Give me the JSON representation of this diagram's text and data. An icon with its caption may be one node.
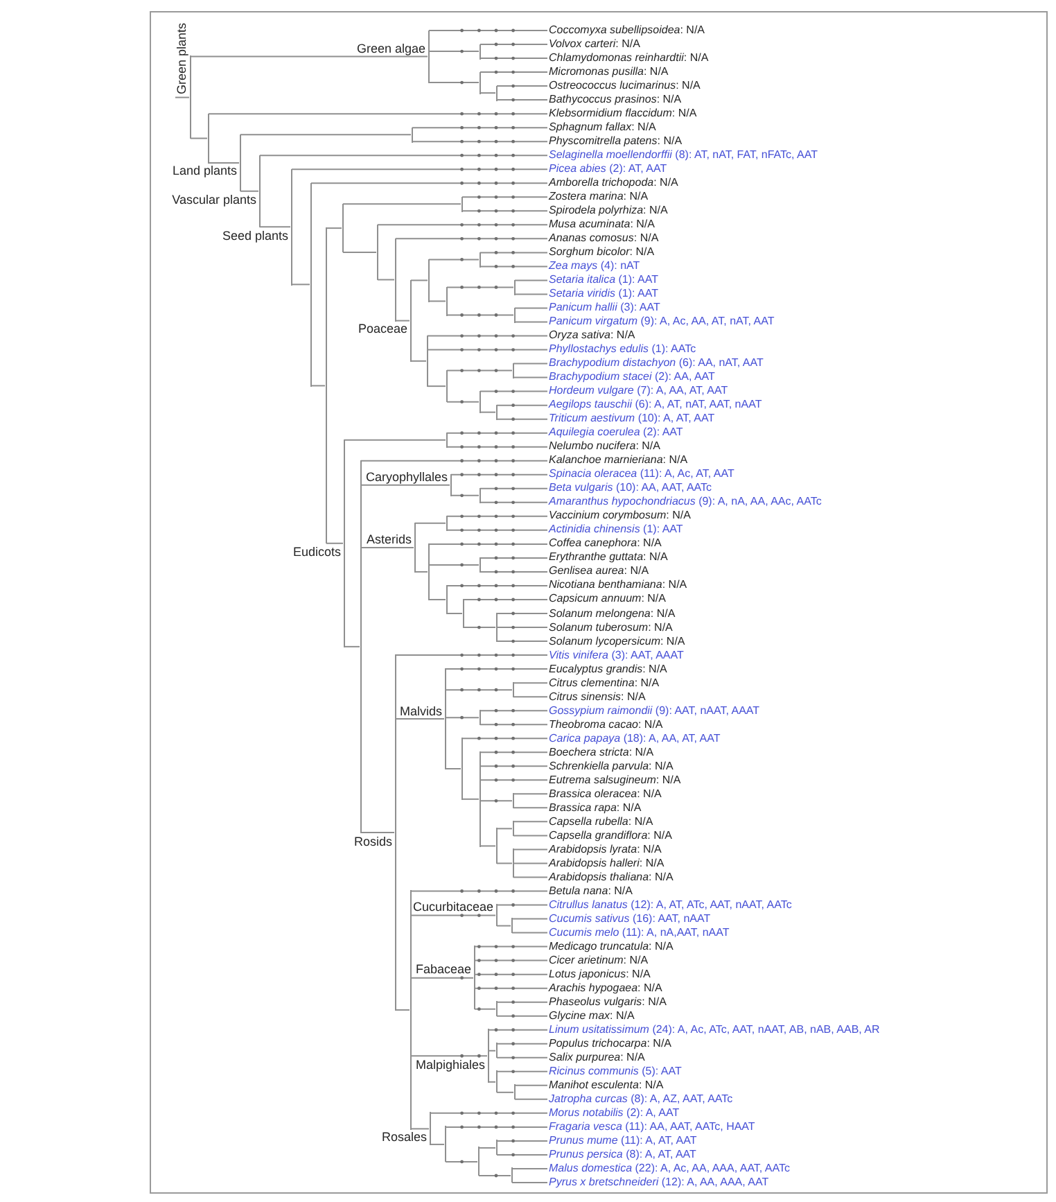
{
  "diagram": {
    "nodes": [
      {
        "text": [],
        "shape": "bar",
        "beside": [
          "Green plants"
        ]
      },
      {
        "text": [],
        "shape": "bar",
        "beside": [
          "Green algae"
        ]
      },
      {
        "text": [
          "*Coccomyxa subellipsoidea*: N/A"
        ]
      },
      {
        "text": [],
        "shape": "bar"
      },
      {
        "text": [
          "*Volvox carteri*: N/A"
        ]
      },
      {
        "text": [
          "*Chlamydomonas reinhardtii*: N/A"
        ]
      },
      {
        "text": [],
        "shape": "bar"
      },
      {
        "text": [
          "*Micromonas pusilla*: N/A"
        ]
      },
      {
        "text": [],
        "shape": "bar"
      },
      {
        "text": [
          "*Ostreococcus lucimarinus*: N/A"
        ]
      },
      {
        "text": [
          "*Bathycoccus prasinos*: N/A"
        ]
      },
      {
        "text": [],
        "shape": "bar"
      },
      {
        "text": [
          "*Klebsormidium flaccidum*: N/A"
        ]
      },
      {
        "text": [],
        "shape": "bar",
        "beside": [
          "Land plants"
        ]
      },
      {
        "text": [],
        "shape": "bar"
      },
      {
        "text": [
          "*Sphagnum fallax*: N/A"
        ]
      },
      {
        "text": [
          "*Physcomitrella patens*: N/A"
        ]
      },
      {
        "text": [],
        "shape": "bar",
        "beside": [
          "Vascular plants"
        ]
      },
      {
        "text": [
          "*Selaginella moellendorffii* (8): AT, nAT, FAT, nFATc, AAT"
        ]
      },
      {
        "text": [],
        "shape": "bar",
        "beside": [
          "Seed plants"
        ]
      },
      {
        "text": [
          "*Picea abies* (2): AT, AAT"
        ]
      },
      {
        "text": [],
        "shape": "bar"
      },
      {
        "text": [
          "*Amborella trichopoda*: N/A"
        ]
      },
      {
        "text": [],
        "shape": "bar"
      },
      {
        "text": [],
        "shape": "bar"
      },
      {
        "text": [],
        "shape": "bar"
      },
      {
        "text": [
          "*Zostera marina*: N/A"
        ]
      },
      {
        "text": [
          "*Spirodela polyrhiza*: N/A"
        ]
      },
      {
        "text": [],
        "shape": "bar"
      },
      {
        "text": [
          "*Musa acuminata*: N/A"
        ]
      },
      {
        "text": [],
        "shape": "bar"
      },
      {
        "text": [
          "*Ananas comosus*: N/A"
        ]
      },
      {
        "text": [],
        "shape": "bar",
        "beside": [
          "Poaceae"
        ]
      },
      {
        "text": [],
        "shape": "bar"
      },
      {
        "text": [],
        "shape": "bar"
      },
      {
        "text": [
          "*Sorghum bicolor*: N/A"
        ]
      },
      {
        "text": [
          "*Zea mays* (4): nAT"
        ]
      },
      {
        "text": [],
        "shape": "bar"
      },
      {
        "text": [],
        "shape": "bar"
      },
      {
        "text": [
          "*Setaria italica* (1): AAT"
        ]
      },
      {
        "text": [
          "*Setaria viridis* (1): AAT"
        ]
      },
      {
        "text": [],
        "shape": "bar"
      },
      {
        "text": [
          "*Panicum hallii* (3): AAT"
        ]
      },
      {
        "text": [
          "*Panicum virgatum* (9): A, Ac, AA, AT, nAT, AAT"
        ]
      },
      {
        "text": [],
        "shape": "bar"
      },
      {
        "text": [
          "*Oryza sativa*: N/A"
        ]
      },
      {
        "text": [
          "*Phyllostachys edulis* (1): AATc"
        ]
      },
      {
        "text": [],
        "shape": "bar"
      },
      {
        "text": [],
        "shape": "bar"
      },
      {
        "text": [
          "*Brachypodium distachyon* (6): AA, nAT, AAT"
        ]
      },
      {
        "text": [
          "*Brachypodium stacei* (2): AA, AAT"
        ]
      },
      {
        "text": [],
        "shape": "bar"
      },
      {
        "text": [
          "*Hordeum vulgare* (7): A, AA, AT, AAT"
        ]
      },
      {
        "text": [],
        "shape": "bar"
      },
      {
        "text": [
          "*Aegilops tauschii* (6): A, AT, nAT, AAT, nAAT"
        ]
      },
      {
        "text": [
          "*Triticum aestivum* (10): A, AT, AAT"
        ]
      },
      {
        "text": [],
        "shape": "bar",
        "beside": [
          "Eudicots"
        ]
      },
      {
        "text": [],
        "shape": "bar"
      },
      {
        "text": [
          "*Aquilegia coerulea* (2): AAT"
        ]
      },
      {
        "text": [
          "*Nelumbo nucifera*: N/A"
        ]
      },
      {
        "text": [],
        "shape": "bar"
      },
      {
        "text": [
          "*Kalanchoe marnieriana*: N/A"
        ]
      },
      {
        "text": [],
        "shape": "bar",
        "beside": [
          "Caryophyllales"
        ]
      },
      {
        "text": [
          "*Spinacia oleracea* (11): A, Ac, AT, AAT"
        ]
      },
      {
        "text": [],
        "shape": "bar"
      },
      {
        "text": [
          "*Beta vulgaris* (10): AA, AAT, AATc"
        ]
      },
      {
        "text": [
          "*Amaranthus hypochondriacus* (9): A, nA, AA, AAc, AATc"
        ]
      },
      {
        "text": [],
        "shape": "bar",
        "beside": [
          "Asterids"
        ]
      },
      {
        "text": [],
        "shape": "bar"
      },
      {
        "text": [
          "*Vaccinium corymbosum*: N/A"
        ]
      },
      {
        "text": [
          "*Actinidia chinensis* (1): AAT"
        ]
      },
      {
        "text": [],
        "shape": "bar"
      },
      {
        "text": [
          "*Coffea canephora*: N/A"
        ]
      },
      {
        "text": [],
        "shape": "bar"
      },
      {
        "text": [
          "*Erythranthe guttata*: N/A"
        ]
      },
      {
        "text": [
          "*Genlisea aurea*: N/A"
        ]
      },
      {
        "text": [],
        "shape": "bar"
      },
      {
        "text": [
          "*Nicotiana benthamiana*: N/A"
        ]
      },
      {
        "text": [],
        "shape": "bar"
      },
      {
        "text": [
          "*Capsicum annuum*: N/A"
        ]
      },
      {
        "text": [],
        "shape": "bar"
      },
      {
        "text": [
          "*Solanum melongena*: N/A"
        ]
      },
      {
        "text": [
          "*Solanum tuberosum*: N/A"
        ]
      },
      {
        "text": [
          "*Solanum lycopersicum*: N/A"
        ]
      },
      {
        "text": [],
        "shape": "bar",
        "beside": [
          "Rosids"
        ]
      },
      {
        "text": [
          "*Vitis vinifera* (3): AAT, AAAT"
        ]
      },
      {
        "text": [],
        "shape": "bar",
        "beside": [
          "Malvids"
        ]
      },
      {
        "text": [
          "*Eucalyptus grandis*: N/A"
        ]
      },
      {
        "text": [],
        "shape": "bar"
      },
      {
        "text": [
          "*Citrus clementina*: N/A"
        ]
      },
      {
        "text": [
          "*Citrus sinensis*: N/A"
        ]
      },
      {
        "text": [],
        "shape": "bar"
      },
      {
        "text": [
          "*Gossypium raimondii* (9): AAT, nAAT, AAAT"
        ]
      },
      {
        "text": [
          "*Theobroma cacao*: N/A"
        ]
      },
      {
        "text": [],
        "shape": "bar"
      },
      {
        "text": [
          "*Carica papaya* (18): A, AA, AT, AAT"
        ]
      },
      {
        "text": [],
        "shape": "bar"
      },
      {
        "text": [
          "*Boechera stricta*: N/A"
        ]
      },
      {
        "text": [
          "*Schrenkiella parvula*: N/A"
        ]
      },
      {
        "text": [
          "*Eutrema salsugineum*: N/A"
        ]
      },
      {
        "text": [],
        "shape": "bar"
      },
      {
        "text": [
          "*Brassica oleracea*: N/A"
        ]
      },
      {
        "text": [
          "*Brassica rapa*: N/A"
        ]
      },
      {
        "text": [],
        "shape": "bar"
      },
      {
        "text": [],
        "shape": "bar"
      },
      {
        "text": [
          "*Capsella rubella*: N/A"
        ]
      },
      {
        "text": [
          "*Capsella grandiflora*: N/A"
        ]
      },
      {
        "text": [],
        "shape": "bar"
      },
      {
        "text": [
          "*Arabidopsis lyrata*: N/A"
        ]
      },
      {
        "text": [
          "*Arabidopsis halleri*: N/A"
        ]
      },
      {
        "text": [
          "*Arabidopsis thaliana*: N/A"
        ]
      },
      {
        "text": [],
        "shape": "bar"
      },
      {
        "text": [
          "*Betula nana*: N/A"
        ]
      },
      {
        "text": [],
        "shape": "bar",
        "beside": [
          "Cucurbitaceae"
        ]
      },
      {
        "text": [
          "*Citrullus lanatus* (12): A, AT, ATc, AAT, nAAT, AATc"
        ]
      },
      {
        "text": [],
        "shape": "bar"
      },
      {
        "text": [
          "*Cucumis sativus* (16): AAT, nAAT"
        ]
      },
      {
        "text": [
          "*Cucumis melo* (11): A, nA,AAT, nAAT"
        ]
      },
      {
        "text": [],
        "shape": "bar",
        "beside": [
          "Fabaceae"
        ]
      },
      {
        "text": [
          "*Medicago truncatula*: N/A"
        ]
      },
      {
        "text": [
          "*Cicer arietinum*: N/A"
        ]
      },
      {
        "text": [
          "*Lotus japonicus*: N/A"
        ]
      },
      {
        "text": [
          "*Arachis hypogaea*: N/A"
        ]
      },
      {
        "text": [],
        "shape": "bar"
      },
      {
        "text": [
          "*Phaseolus vulgaris*: N/A"
        ]
      },
      {
        "text": [
          "*Glycine max*: N/A"
        ]
      },
      {
        "text": [],
        "shape": "bar",
        "beside": [
          "Malpighiales"
        ]
      },
      {
        "text": [
          "*Linum usitatissimum* (24): A, Ac, ATc, AAT, nAAT, AB, nAB, AAB, AR"
        ]
      },
      {
        "text": [],
        "shape": "bar"
      },
      {
        "text": [
          "*Populus trichocarpa*: N/A"
        ]
      },
      {
        "text": [
          "*Salix purpurea*: N/A"
        ]
      },
      {
        "text": [],
        "shape": "bar"
      },
      {
        "text": [
          "*Ricinus communis* (5): AAT"
        ]
      },
      {
        "text": [],
        "shape": "bar"
      },
      {
        "text": [
          "*Manihot esculenta*: N/A"
        ]
      },
      {
        "text": [
          "*Jatropha curcas* (8): A, AZ, AAT, AATc"
        ]
      },
      {
        "text": [],
        "shape": "bar",
        "beside": [
          "Rosales"
        ]
      },
      {
        "text": [
          "*Morus notabilis* (2): A, AAT"
        ]
      },
      {
        "text": [],
        "shape": "bar"
      },
      {
        "text": [
          "*Fragaria vesca* (11): AA, AAT, AATc, HAAT"
        ]
      },
      {
        "text": [],
        "shape": "bar"
      },
      {
        "text": [],
        "shape": "bar"
      },
      {
        "text": [
          "*Prunus mume* (11): A, AT, AAT"
        ]
      },
      {
        "text": [
          "*Prunus persica* (8): A, AT, AAT"
        ]
      },
      {
        "text": [],
        "shape": "bar"
      },
      {
        "text": [
          "*Malus domestica* (22): A, Ac, AA, AAA, AAT, AATc"
        ]
      },
      {
        "text": [
          "*Pyrus x bretschneideri* (12): A, AA, AAA, AAT"
        ]
      }
    ],
    "edges": [
      {
        "from": null,
        "to": 0,
        "arrow": "none"
      },
      {
        "from": 0,
        "to": 1,
        "arrow": "none"
      },
      {
        "from": 1,
        "to": 2,
        "arrow": "none"
      },
      {
        "from": 1,
        "to": 3,
        "arrow": "none"
      },
      {
        "from": 3,
        "to": 4,
        "arrow": "none"
      },
      {
        "from": 3,
        "to": 5,
        "arrow": "none"
      },
      {
        "from": 1,
        "to": 6,
        "arrow": "none"
      },
      {
        "from": 6,
        "to": 7,
        "arrow": "none"
      },
      {
        "from": 6,
        "to": 8,
        "arrow": "none"
      },
      {
        "from": 8,
        "to": 9,
        "arrow": "none"
      },
      {
        "from": 8,
        "to": 10,
        "arrow": "none"
      },
      {
        "from": 0,
        "to": 11,
        "arrow": "none"
      },
      {
        "from": 11,
        "to": 12,
        "arrow": "none"
      },
      {
        "from": 11,
        "to": 13,
        "arrow": "none"
      },
      {
        "from": 13,
        "to": 14,
        "arrow": "none"
      },
      {
        "from": 14,
        "to": 15,
        "arrow": "none"
      },
      {
        "from": 14,
        "to": 16,
        "arrow": "none"
      },
      {
        "from": 13,
        "to": 17,
        "arrow": "none"
      },
      {
        "from": 17,
        "to": 18,
        "arrow": "none"
      },
      {
        "from": 17,
        "to": 19,
        "arrow": "none"
      },
      {
        "from": 19,
        "to": 20,
        "arrow": "none"
      },
      {
        "from": 19,
        "to": 21,
        "arrow": "none"
      },
      {
        "from": 21,
        "to": 22,
        "arrow": "none"
      },
      {
        "from": 21,
        "to": 23,
        "arrow": "none"
      },
      {
        "from": 23,
        "to": 24,
        "arrow": "none"
      },
      {
        "from": 24,
        "to": 25,
        "arrow": "none"
      },
      {
        "from": 25,
        "to": 26,
        "arrow": "none"
      },
      {
        "from": 25,
        "to": 27,
        "arrow": "none"
      },
      {
        "from": 24,
        "to": 28,
        "arrow": "none"
      },
      {
        "from": 28,
        "to": 29,
        "arrow": "none"
      },
      {
        "from": 28,
        "to": 30,
        "arrow": "none"
      },
      {
        "from": 30,
        "to": 31,
        "arrow": "none"
      },
      {
        "from": 30,
        "to": 32,
        "arrow": "none"
      },
      {
        "from": 32,
        "to": 33,
        "arrow": "none"
      },
      {
        "from": 33,
        "to": 34,
        "arrow": "none"
      },
      {
        "from": 34,
        "to": 35,
        "arrow": "none"
      },
      {
        "from": 34,
        "to": 36,
        "arrow": "none"
      },
      {
        "from": 33,
        "to": 37,
        "arrow": "none"
      },
      {
        "from": 37,
        "to": 38,
        "arrow": "none"
      },
      {
        "from": 38,
        "to": 39,
        "arrow": "none"
      },
      {
        "from": 38,
        "to": 40,
        "arrow": "none"
      },
      {
        "from": 37,
        "to": 41,
        "arrow": "none"
      },
      {
        "from": 41,
        "to": 42,
        "arrow": "none"
      },
      {
        "from": 41,
        "to": 43,
        "arrow": "none"
      },
      {
        "from": 32,
        "to": 44,
        "arrow": "none"
      },
      {
        "from": 44,
        "to": 45,
        "arrow": "none"
      },
      {
        "from": 44,
        "to": 46,
        "arrow": "none"
      },
      {
        "from": 44,
        "to": 47,
        "arrow": "none"
      },
      {
        "from": 47,
        "to": 48,
        "arrow": "none"
      },
      {
        "from": 48,
        "to": 49,
        "arrow": "none"
      },
      {
        "from": 48,
        "to": 50,
        "arrow": "none"
      },
      {
        "from": 47,
        "to": 51,
        "arrow": "none"
      },
      {
        "from": 51,
        "to": 52,
        "arrow": "none"
      },
      {
        "from": 51,
        "to": 53,
        "arrow": "none"
      },
      {
        "from": 53,
        "to": 54,
        "arrow": "none"
      },
      {
        "from": 53,
        "to": 55,
        "arrow": "none"
      },
      {
        "from": 23,
        "to": 56,
        "arrow": "none"
      },
      {
        "from": 56,
        "to": 57,
        "arrow": "none"
      },
      {
        "from": 57,
        "to": 58,
        "arrow": "none"
      },
      {
        "from": 57,
        "to": 59,
        "arrow": "none"
      },
      {
        "from": 56,
        "to": 60,
        "arrow": "none"
      },
      {
        "from": 60,
        "to": 61,
        "arrow": "none"
      },
      {
        "from": 60,
        "to": 62,
        "arrow": "none"
      },
      {
        "from": 62,
        "to": 63,
        "arrow": "none"
      },
      {
        "from": 62,
        "to": 64,
        "arrow": "none"
      },
      {
        "from": 64,
        "to": 65,
        "arrow": "none"
      },
      {
        "from": 64,
        "to": 66,
        "arrow": "none"
      },
      {
        "from": 60,
        "to": 67,
        "arrow": "none"
      },
      {
        "from": 67,
        "to": 68,
        "arrow": "none"
      },
      {
        "from": 68,
        "to": 69,
        "arrow": "none"
      },
      {
        "from": 68,
        "to": 70,
        "arrow": "none"
      },
      {
        "from": 67,
        "to": 71,
        "arrow": "none"
      },
      {
        "from": 71,
        "to": 72,
        "arrow": "none"
      },
      {
        "from": 71,
        "to": 73,
        "arrow": "none"
      },
      {
        "from": 73,
        "to": 74,
        "arrow": "none"
      },
      {
        "from": 73,
        "to": 75,
        "arrow": "none"
      },
      {
        "from": 71,
        "to": 76,
        "arrow": "none"
      },
      {
        "from": 76,
        "to": 77,
        "arrow": "none"
      },
      {
        "from": 76,
        "to": 78,
        "arrow": "none"
      },
      {
        "from": 78,
        "to": 79,
        "arrow": "none"
      },
      {
        "from": 78,
        "to": 80,
        "arrow": "none"
      },
      {
        "from": 80,
        "to": 81,
        "arrow": "none"
      },
      {
        "from": 80,
        "to": 82,
        "arrow": "none"
      },
      {
        "from": 80,
        "to": 83,
        "arrow": "none"
      },
      {
        "from": 60,
        "to": 84,
        "arrow": "none"
      },
      {
        "from": 84,
        "to": 85,
        "arrow": "none"
      },
      {
        "from": 84,
        "to": 86,
        "arrow": "none"
      },
      {
        "from": 86,
        "to": 87,
        "arrow": "none"
      },
      {
        "from": 86,
        "to": 88,
        "arrow": "none"
      },
      {
        "from": 88,
        "to": 89,
        "arrow": "none"
      },
      {
        "from": 88,
        "to": 90,
        "arrow": "none"
      },
      {
        "from": 86,
        "to": 91,
        "arrow": "none"
      },
      {
        "from": 91,
        "to": 92,
        "arrow": "none"
      },
      {
        "from": 91,
        "to": 93,
        "arrow": "none"
      },
      {
        "from": 86,
        "to": 94,
        "arrow": "none"
      },
      {
        "from": 94,
        "to": 95,
        "arrow": "none"
      },
      {
        "from": 94,
        "to": 96,
        "arrow": "none"
      },
      {
        "from": 96,
        "to": 97,
        "arrow": "none"
      },
      {
        "from": 96,
        "to": 98,
        "arrow": "none"
      },
      {
        "from": 96,
        "to": 99,
        "arrow": "none"
      },
      {
        "from": 96,
        "to": 100,
        "arrow": "none"
      },
      {
        "from": 100,
        "to": 101,
        "arrow": "none"
      },
      {
        "from": 100,
        "to": 102,
        "arrow": "none"
      },
      {
        "from": 96,
        "to": 103,
        "arrow": "none"
      },
      {
        "from": 103,
        "to": 104,
        "arrow": "none"
      },
      {
        "from": 104,
        "to": 105,
        "arrow": "none"
      },
      {
        "from": 104,
        "to": 106,
        "arrow": "none"
      },
      {
        "from": 103,
        "to": 107,
        "arrow": "none"
      },
      {
        "from": 107,
        "to": 108,
        "arrow": "none"
      },
      {
        "from": 107,
        "to": 109,
        "arrow": "none"
      },
      {
        "from": 107,
        "to": 110,
        "arrow": "none"
      },
      {
        "from": 84,
        "to": 111,
        "arrow": "none"
      },
      {
        "from": 111,
        "to": 112,
        "arrow": "none"
      },
      {
        "from": 111,
        "to": 113,
        "arrow": "none"
      },
      {
        "from": 113,
        "to": 114,
        "arrow": "none"
      },
      {
        "from": 113,
        "to": 115,
        "arrow": "none"
      },
      {
        "from": 115,
        "to": 116,
        "arrow": "none"
      },
      {
        "from": 115,
        "to": 117,
        "arrow": "none"
      },
      {
        "from": 111,
        "to": 118,
        "arrow": "none"
      },
      {
        "from": 118,
        "to": 119,
        "arrow": "none"
      },
      {
        "from": 118,
        "to": 120,
        "arrow": "none"
      },
      {
        "from": 118,
        "to": 121,
        "arrow": "none"
      },
      {
        "from": 118,
        "to": 122,
        "arrow": "none"
      },
      {
        "from": 118,
        "to": 123,
        "arrow": "none"
      },
      {
        "from": 123,
        "to": 124,
        "arrow": "none"
      },
      {
        "from": 123,
        "to": 125,
        "arrow": "none"
      },
      {
        "from": 111,
        "to": 126,
        "arrow": "none"
      },
      {
        "from": 126,
        "to": 127,
        "arrow": "none"
      },
      {
        "from": 126,
        "to": 128,
        "arrow": "none"
      },
      {
        "from": 128,
        "to": 129,
        "arrow": "none"
      },
      {
        "from": 128,
        "to": 130,
        "arrow": "none"
      },
      {
        "from": 126,
        "to": 131,
        "arrow": "none"
      },
      {
        "from": 131,
        "to": 132,
        "arrow": "none"
      },
      {
        "from": 131,
        "to": 133,
        "arrow": "none"
      },
      {
        "from": 133,
        "to": 134,
        "arrow": "none"
      },
      {
        "from": 133,
        "to": 135,
        "arrow": "none"
      },
      {
        "from": 111,
        "to": 136,
        "arrow": "none"
      },
      {
        "from": 136,
        "to": 137,
        "arrow": "none"
      },
      {
        "from": 136,
        "to": 138,
        "arrow": "none"
      },
      {
        "from": 138,
        "to": 139,
        "arrow": "none"
      },
      {
        "from": 138,
        "to": 140,
        "arrow": "none"
      },
      {
        "from": 140,
        "to": 141,
        "arrow": "none"
      },
      {
        "from": 141,
        "to": 142,
        "arrow": "none"
      },
      {
        "from": 141,
        "to": 143,
        "arrow": "none"
      },
      {
        "from": 140,
        "to": 144,
        "arrow": "none"
      },
      {
        "from": 144,
        "to": 145,
        "arrow": "none"
      },
      {
        "from": 144,
        "to": 146,
        "arrow": "none"
      }
    ]
  }
}
